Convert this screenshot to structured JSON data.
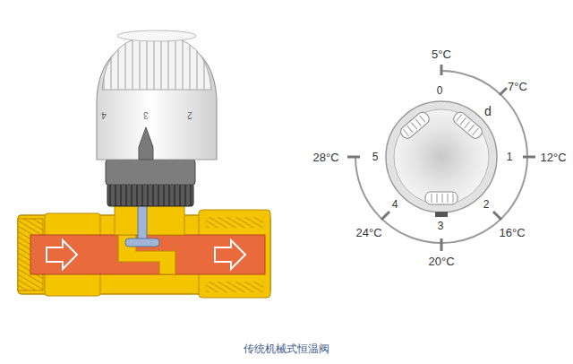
{
  "diagram": {
    "caption": "传统机械式恒温阀",
    "labels": [
      "4",
      "3",
      "2",
      "5°C",
      "0",
      "7°C",
      "d",
      "28°C",
      "5",
      "1",
      "12°C",
      "4",
      "2",
      "24°C",
      "3",
      "16°C",
      "20°C"
    ]
  }
}
